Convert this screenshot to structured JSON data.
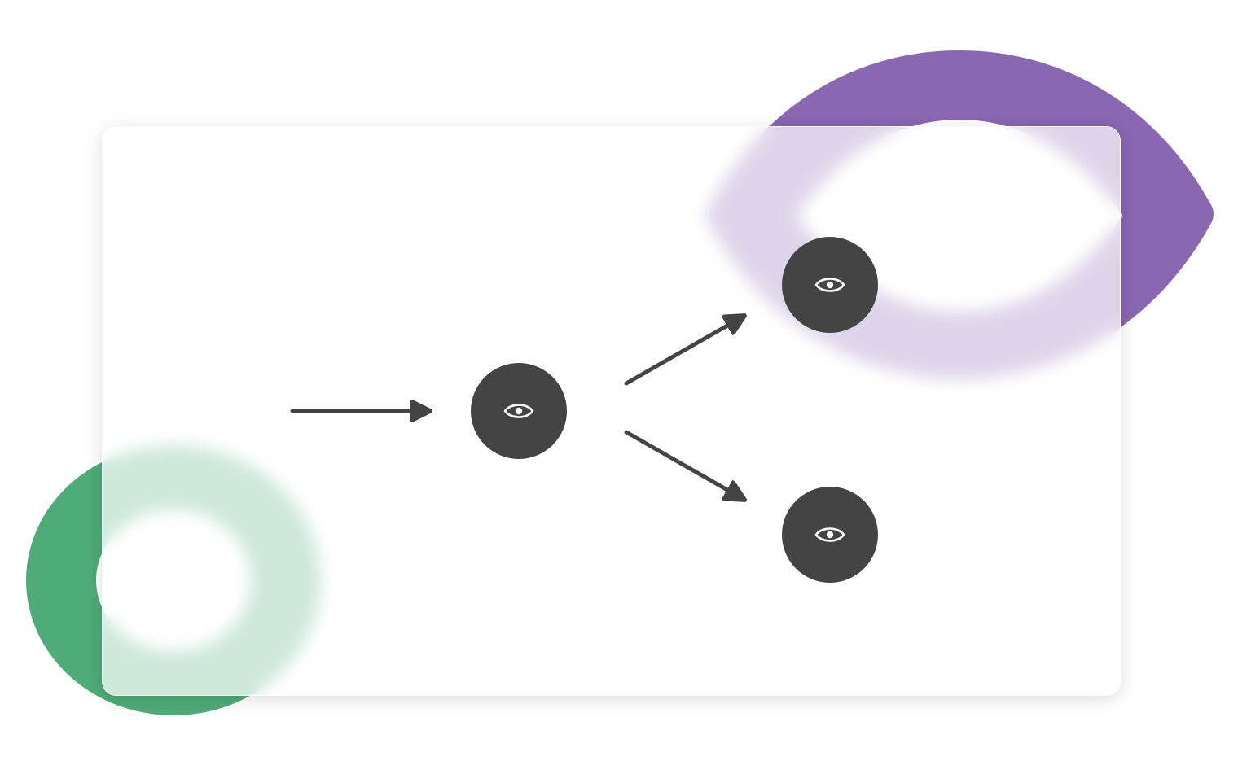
{
  "decorations": [
    {
      "name": "green-ring-shape",
      "color": "#4fac78"
    },
    {
      "name": "purple-eye-shape",
      "color": "#8a67b1"
    }
  ],
  "card": {
    "background": "#ffffff"
  },
  "diagram": {
    "node_color": "#444444",
    "icon_color": "#ffffff",
    "arrow_color": "#444444",
    "nodes": [
      {
        "id": "center-node",
        "icon": "eye-icon"
      },
      {
        "id": "top-right-node",
        "icon": "eye-icon"
      },
      {
        "id": "bottom-right-node",
        "icon": "eye-icon"
      }
    ],
    "edges": [
      {
        "from": "input",
        "to": "center-node"
      },
      {
        "from": "center-node",
        "to": "top-right-node"
      },
      {
        "from": "center-node",
        "to": "bottom-right-node"
      }
    ]
  }
}
